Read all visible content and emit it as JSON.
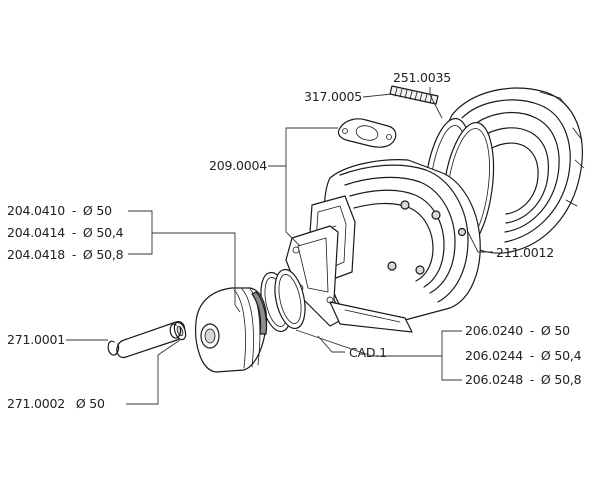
{
  "parts": {
    "stud": {
      "code": "317.0005"
    },
    "head": {
      "code": "251.0035"
    },
    "intake_gasket": {
      "code": "209.0004"
    },
    "cylinder_base_gasket": {
      "code": "211.0012"
    },
    "cylinder_assembly": {
      "code": "CAD.1"
    },
    "piston_variants": [
      {
        "code": "204.0410",
        "sep": "-",
        "dia": "Ø 50"
      },
      {
        "code": "204.0414",
        "sep": "-",
        "dia": "Ø 50,4"
      },
      {
        "code": "204.0418",
        "sep": "-",
        "dia": "Ø 50,8"
      }
    ],
    "ring_variants": [
      {
        "code": "206.0240",
        "sep": "-",
        "dia": "Ø 50"
      },
      {
        "code": "206.0244",
        "sep": "-",
        "dia": "Ø 50,4"
      },
      {
        "code": "206.0248",
        "sep": "-",
        "dia": "Ø 50,8"
      }
    ],
    "circlip": {
      "code": "271.0001"
    },
    "piston_pin": {
      "code": "271.0002",
      "dia": "Ø 50"
    }
  }
}
